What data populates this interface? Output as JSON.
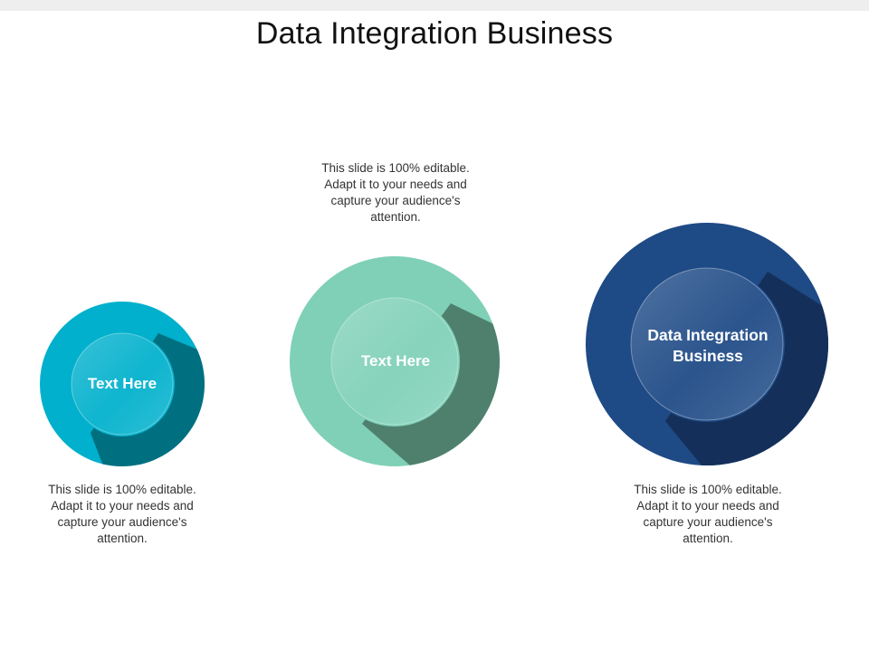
{
  "slide": {
    "title": "Data Integration Business"
  },
  "items": [
    {
      "label": "Text Here",
      "caption": "This slide is 100% editable. Adapt it to your needs and capture your audience's attention.",
      "color": "#00B0CC",
      "shadow_color": "#006F80"
    },
    {
      "label": "Text Here",
      "caption": "This slide is 100% editable. Adapt it to your needs and capture your audience's attention.",
      "color": "#7FD0B7",
      "shadow_color": "#4F806E"
    },
    {
      "label": "Data Integration Business",
      "caption": "This slide is 100% editable. Adapt it to your needs and capture your audience's attention.",
      "color": "#1E4A86",
      "shadow_color": "#14305A"
    }
  ]
}
